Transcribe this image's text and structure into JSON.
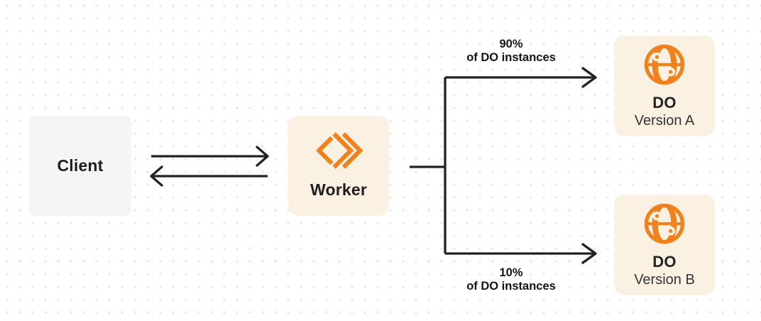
{
  "nodes": {
    "client": {
      "label": "Client"
    },
    "worker": {
      "label": "Worker"
    },
    "do_version_a": {
      "title": "DO",
      "subtitle": "Version A"
    },
    "do_version_b": {
      "title": "DO",
      "subtitle": "Version B"
    }
  },
  "edges": {
    "top_branch": {
      "percent": "90%",
      "caption": "of DO instances"
    },
    "bottom_branch": {
      "percent": "10%",
      "caption": "of DO instances"
    }
  },
  "icons": {
    "worker": "workers-chevrons-icon",
    "durable_object": "globe-icon"
  },
  "colors": {
    "accent_orange": "#F0821E",
    "node_cream": "#FBF1E2",
    "node_gray": "#F5F5F6",
    "line_dark": "#222222",
    "dot_grid": "#E7E7EB"
  }
}
